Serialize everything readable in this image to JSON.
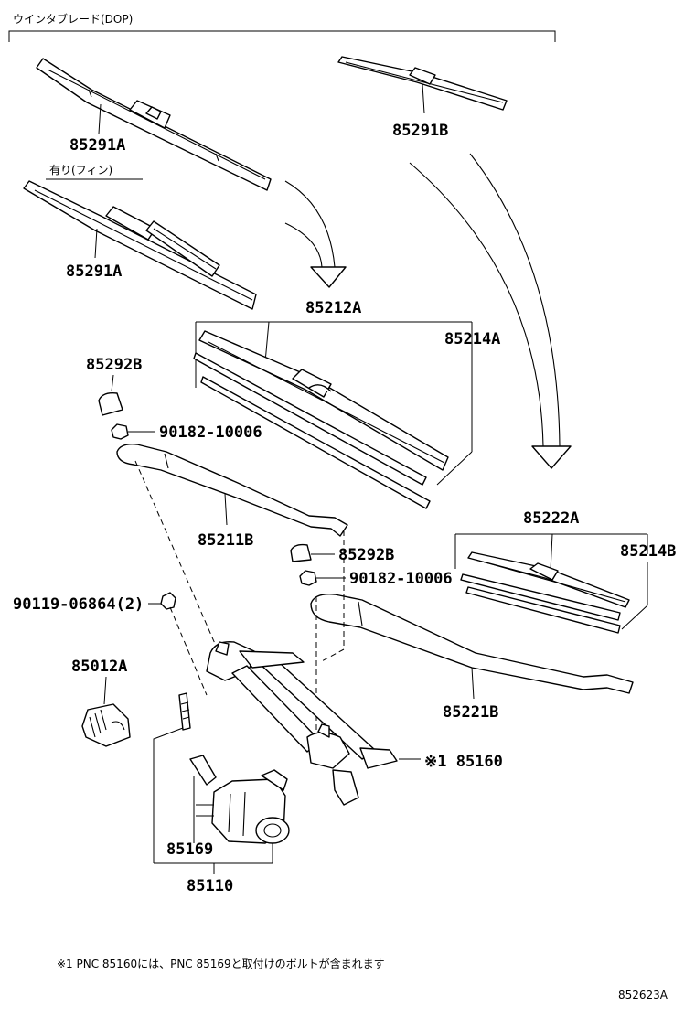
{
  "header": {
    "section_title": "ウインタブレード(DOP)",
    "variant_note": "有り(フィン)"
  },
  "parts": {
    "p85291a_top": "85291A",
    "p85291b": "85291B",
    "p85291a_fin": "85291A",
    "p85212a": "85212A",
    "p85214a": "85214A",
    "p85292b_top": "85292B",
    "p90182_top": "90182-10006",
    "p85211b": "85211B",
    "p85292b_mid": "85292B",
    "p90182_mid": "90182-10006",
    "p85222a": "85222A",
    "p85214b": "85214B",
    "p90119": "90119-06864(2)",
    "p85012a": "85012A",
    "p85221b": "85221B",
    "p85160": "※1 85160",
    "p85169": "85169",
    "p85110": "85110"
  },
  "footnote": "※1 PNC 85160には、PNC 85169と取付けのボルトが含まれます",
  "figure_id": "852623A"
}
